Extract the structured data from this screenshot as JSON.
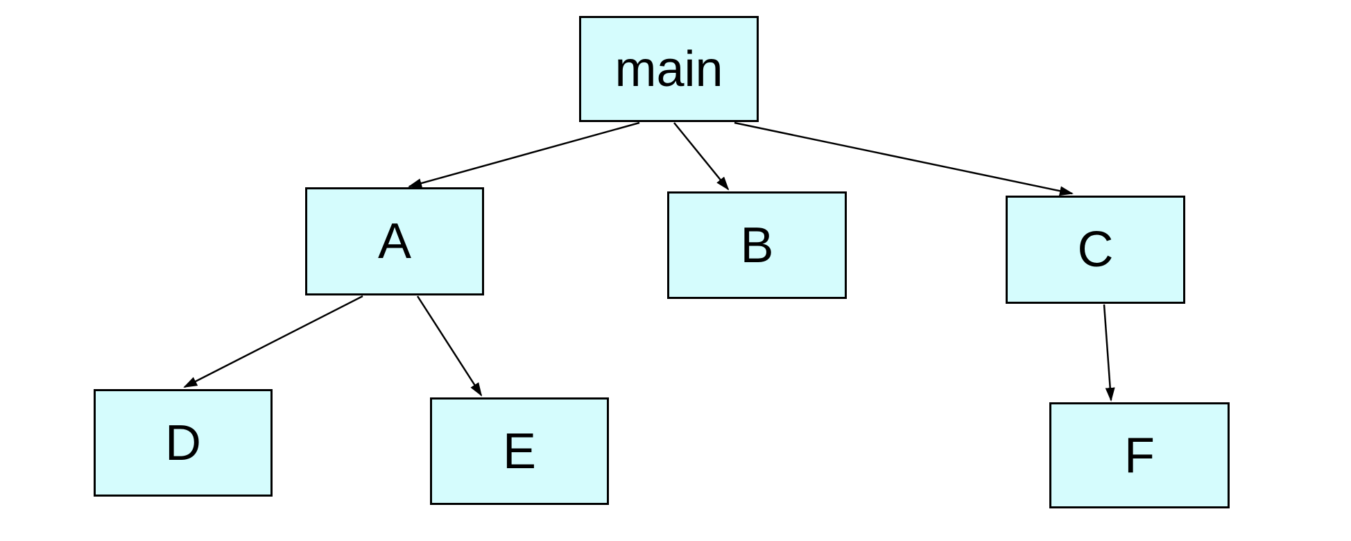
{
  "diagram": {
    "type": "tree",
    "nodes": {
      "main": {
        "id": "main",
        "label": "main"
      },
      "a": {
        "id": "A",
        "label": "A"
      },
      "b": {
        "id": "B",
        "label": "B"
      },
      "c": {
        "id": "C",
        "label": "C"
      },
      "d": {
        "id": "D",
        "label": "D"
      },
      "e": {
        "id": "E",
        "label": "E"
      },
      "f": {
        "id": "F",
        "label": "F"
      }
    },
    "edges": [
      {
        "from": "main",
        "to": "A",
        "arrow": "end"
      },
      {
        "from": "main",
        "to": "B",
        "arrow": "end"
      },
      {
        "from": "main",
        "to": "C",
        "arrow": "end"
      },
      {
        "from": "A",
        "to": "D",
        "arrow": "end"
      },
      {
        "from": "A",
        "to": "E",
        "arrow": "end"
      },
      {
        "from": "C",
        "to": "F",
        "arrow": "end"
      }
    ]
  },
  "colors": {
    "background": "#ffffff",
    "node_fill": "#d5fcfd",
    "node_border": "#000000",
    "edge": "#000000",
    "text": "#000000"
  }
}
